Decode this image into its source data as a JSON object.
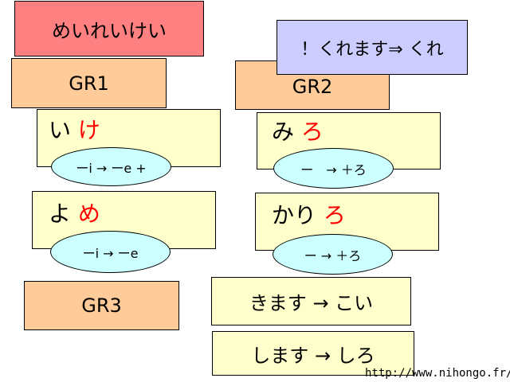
{
  "title": "めいれいけい",
  "rule_note": "！くれます⇒ くれ",
  "groups": {
    "gr1": "GR1",
    "gr2": "GR2",
    "gr3": "GR3"
  },
  "examples": [
    {
      "base": "い",
      "ending": "け",
      "rule": "ーi → ーe +"
    },
    {
      "base": "よ",
      "ending": "め",
      "rule": "ーi → ーe"
    },
    {
      "base": "み",
      "ending": "ろ",
      "rule": "ー　→ ＋ろ"
    },
    {
      "base": "かり",
      "ending": "ろ",
      "rule": "ー → ＋ろ"
    }
  ],
  "irregular": [
    "きます → こい",
    "します → しろ"
  ],
  "url": "http://www.nihongo.fr/",
  "colors": {
    "title": "#ff8080",
    "group": "#ffcc99",
    "note": "#ccccff",
    "example": "#ffffcc",
    "rule": "#ccffff",
    "ending": "#ff0000"
  }
}
